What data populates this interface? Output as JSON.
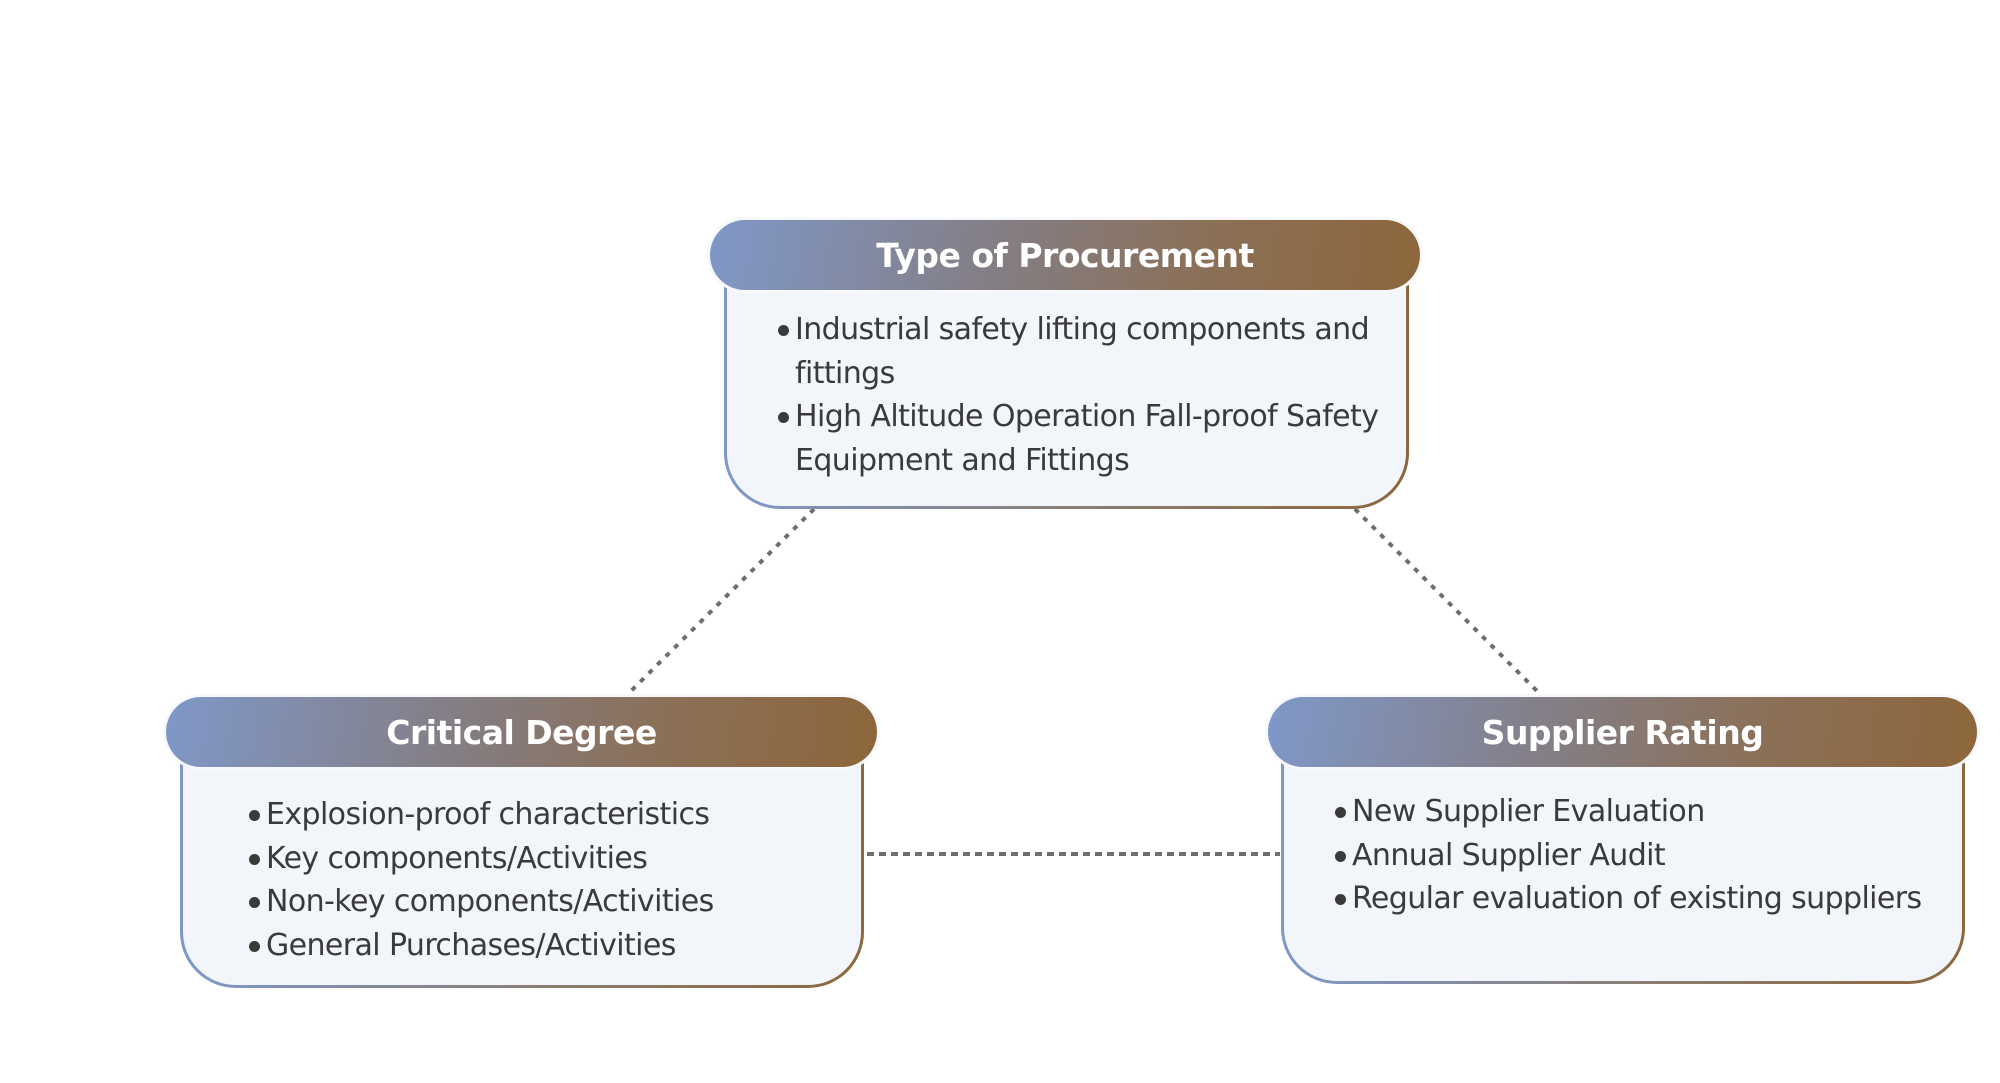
{
  "diagram": {
    "type": "triangle-relationship",
    "colors": {
      "header_gradient_start": "#7f98c8",
      "header_gradient_end": "#8d663b",
      "body_background": "#f2f5fa",
      "body_text": "#3a3a3a",
      "header_text": "#ffffff",
      "connector": "#6e6e6e"
    },
    "nodes": {
      "top": {
        "title": "Type of Procurement",
        "items": [
          "Industrial safety lifting components and fittings",
          "High Altitude Operation Fall-proof Safety Equipment and Fittings"
        ]
      },
      "left": {
        "title": "Critical Degree",
        "items": [
          "Explosion-proof characteristics",
          "Key components/Activities",
          "Non-key components/Activities",
          "General Purchases/Activities"
        ]
      },
      "right": {
        "title": "Supplier Rating",
        "items": [
          "New Supplier Evaluation",
          "Annual Supplier Audit",
          "Regular evaluation of existing suppliers"
        ]
      }
    },
    "connectors": [
      {
        "from": "top",
        "to": "left",
        "style": "dotted"
      },
      {
        "from": "top",
        "to": "right",
        "style": "dotted"
      },
      {
        "from": "left",
        "to": "right",
        "style": "dotted"
      }
    ]
  }
}
